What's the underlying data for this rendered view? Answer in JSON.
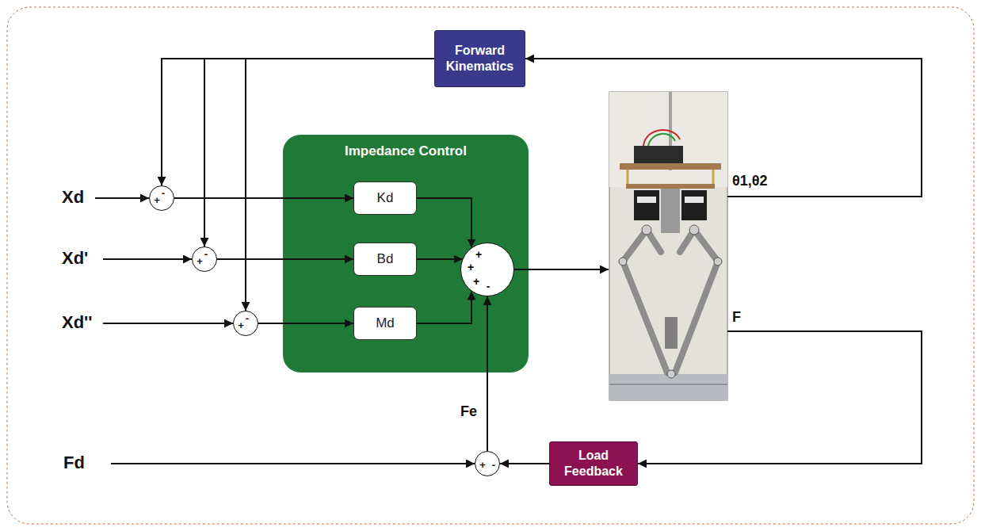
{
  "diagram": {
    "nodes": [
      {
        "text": [
          "Forward Kinematics"
        ]
      },
      {
        "text": [
          "+",
          "-"
        ]
      },
      {
        "text": [
          "+",
          "-"
        ]
      },
      {
        "text": [
          "+",
          "-"
        ]
      },
      {
        "text": [
          "Impedance Control"
        ]
      },
      {
        "text": [
          "Kd"
        ],
        "in": 4
      },
      {
        "text": [
          "Bd"
        ],
        "in": 4
      },
      {
        "text": [
          "Md"
        ],
        "in": 4
      },
      {
        "text": [
          "+",
          "+",
          "+",
          "-"
        ],
        "in": 4
      },
      {
        "text": [
          "+",
          "-"
        ]
      },
      {
        "text": [
          "Load Feedback"
        ]
      }
    ],
    "edges": [
      {
        "from": 0,
        "to": 1,
        "arrow": "to"
      },
      {
        "from": 0,
        "to": 2,
        "arrow": "to"
      },
      {
        "from": 0,
        "to": 3,
        "arrow": "to"
      },
      {
        "from": 1,
        "to": 5,
        "arrow": "to"
      },
      {
        "from": 2,
        "to": 6,
        "arrow": "to"
      },
      {
        "from": 3,
        "to": 7,
        "arrow": "to"
      },
      {
        "from": 5,
        "to": 8,
        "arrow": "to"
      },
      {
        "from": 6,
        "to": 8,
        "arrow": "to"
      },
      {
        "from": 7,
        "to": 8,
        "arrow": "to"
      },
      {
        "from": 9,
        "to": 8,
        "label": "Fe",
        "arrow": "to"
      },
      {
        "from": 10,
        "to": 9,
        "arrow": "to"
      }
    ],
    "labels": [
      "Xd",
      "Xd'",
      "Xd''",
      "θ1,θ2",
      "F",
      "Fd"
    ]
  }
}
